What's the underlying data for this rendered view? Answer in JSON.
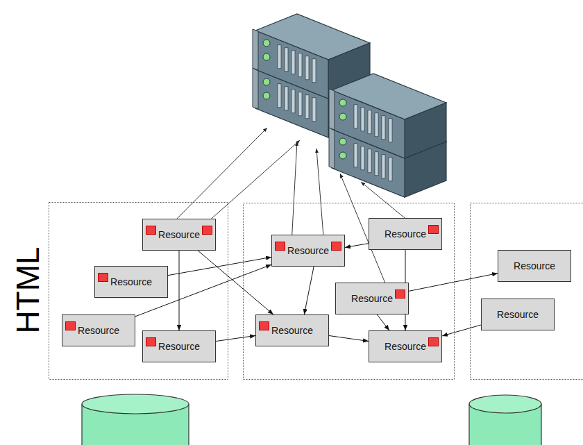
{
  "diagram": {
    "nodes": [
      {
        "text": [
          "Resource"
        ]
      },
      {
        "text": [
          "Resource"
        ]
      },
      {
        "text": [
          "Resource"
        ]
      },
      {
        "text": [
          "Resource"
        ]
      },
      {
        "text": [
          "Resource"
        ]
      },
      {
        "text": [
          "Resource"
        ]
      },
      {
        "text": [
          "Resource"
        ]
      },
      {
        "text": [
          "Resource"
        ]
      },
      {
        "text": [
          "Resource"
        ]
      },
      {
        "text": [
          "Resource"
        ]
      },
      {
        "text": [
          "Resource"
        ]
      }
    ],
    "edges": [
      {
        "from": 0,
        "to": 3,
        "arrow": "to"
      },
      {
        "from": 0,
        "to": 7,
        "arrow": "to"
      },
      {
        "from": 1,
        "to": 4,
        "arrow": "to"
      },
      {
        "from": 2,
        "to": 4,
        "arrow": "to"
      },
      {
        "from": 3,
        "to": 7,
        "arrow": "to"
      },
      {
        "from": 5,
        "to": 4,
        "arrow": "to"
      },
      {
        "from": 5,
        "to": 8,
        "arrow": "to"
      },
      {
        "from": 4,
        "to": 7,
        "arrow": "to"
      },
      {
        "from": 6,
        "to": 9,
        "arrow": "to"
      },
      {
        "from": 6,
        "to": 8,
        "arrow": "to"
      },
      {
        "from": 7,
        "to": 8,
        "arrow": "to"
      },
      {
        "from": 10,
        "to": 8,
        "arrow": "to"
      }
    ],
    "labels": [
      "HTML"
    ]
  }
}
